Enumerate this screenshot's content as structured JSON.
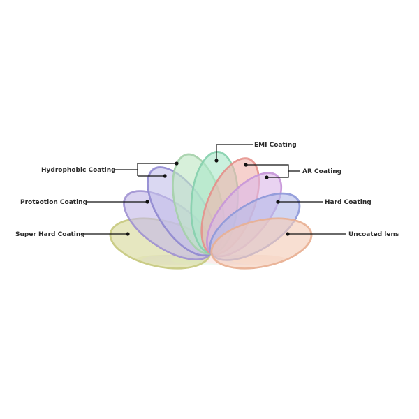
{
  "diagram": {
    "lens_layers": [
      {
        "id": "super-hard",
        "label": "Super Hard Coating",
        "color": "#d6d99a",
        "rim": "#c6c87e"
      },
      {
        "id": "proteotion",
        "label": "Proteotion Coating",
        "color": "#c4b8e6",
        "rim": "#9d8fd0"
      },
      {
        "id": "hydrophobic-1",
        "label": "Hydrophobic Coating",
        "color": "#c4c0ea",
        "rim": "#8d86cf"
      },
      {
        "id": "hydrophobic-2",
        "label": "Hydrophobic Coating",
        "color": "#bfe6c4",
        "rim": "#a3cfa8"
      },
      {
        "id": "emi",
        "label": "EMI Coating",
        "color": "#a9e6c8",
        "rim": "#84cfac"
      },
      {
        "id": "ar-1",
        "label": "AR Coating",
        "color": "#f0b4ae",
        "rim": "#e48e88"
      },
      {
        "id": "ar-2",
        "label": "AR Coating",
        "color": "#dcb8e8",
        "rim": "#c694d8"
      },
      {
        "id": "hard",
        "label": "Hard Coating",
        "color": "#b4bce8",
        "rim": "#8c96d8"
      },
      {
        "id": "uncoated",
        "label": "Uncoated lens",
        "color": "#f3cbb6",
        "rim": "#e8ae90"
      }
    ],
    "labels": {
      "emi": "EMI Coating",
      "hydrophobic": "Hydrophobic Coating",
      "ar": "AR Coating",
      "proteotion": "Proteotion Coating",
      "hard": "Hard Coating",
      "super_hard": "Super Hard Coating",
      "uncoated": "Uncoated lens"
    },
    "line_color": "#111111"
  }
}
